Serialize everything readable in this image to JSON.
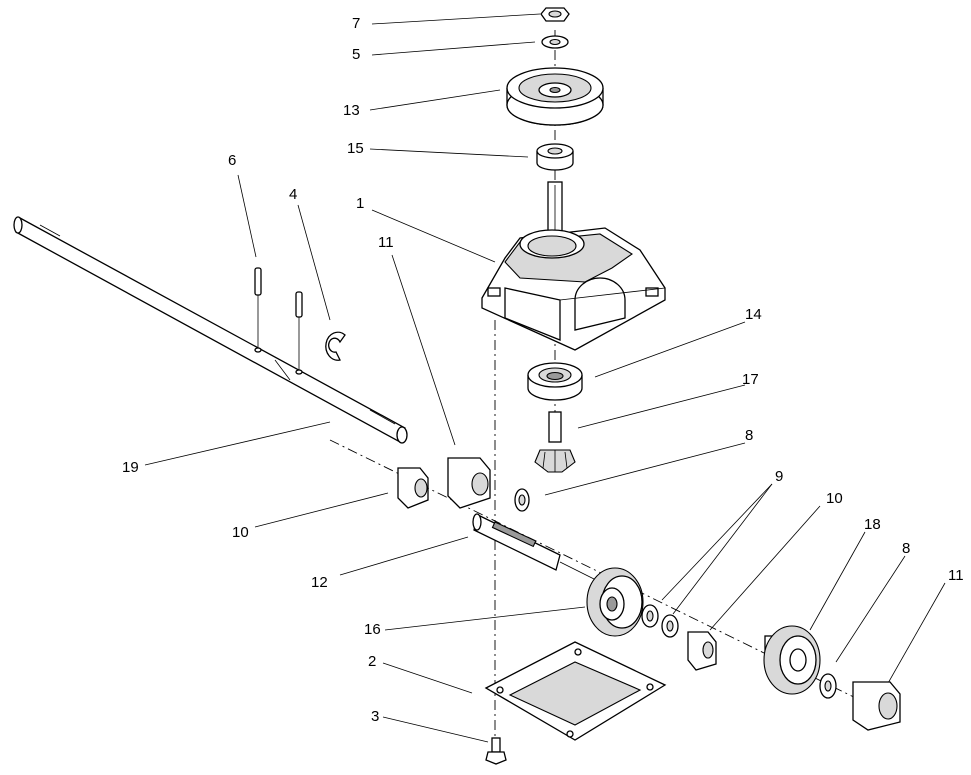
{
  "callouts": {
    "l7": "7",
    "l5": "5",
    "l13": "13",
    "l15": "15",
    "l6": "6",
    "l4": "4",
    "l1": "1",
    "l11a": "11",
    "l14": "14",
    "l17": "17",
    "l8a": "8",
    "l19": "19",
    "l9": "9",
    "l10a": "10",
    "l10b": "10",
    "l18": "18",
    "l8b": "8",
    "l11b": "11",
    "l12": "12",
    "l16": "16",
    "l2": "2",
    "l3": "3"
  }
}
